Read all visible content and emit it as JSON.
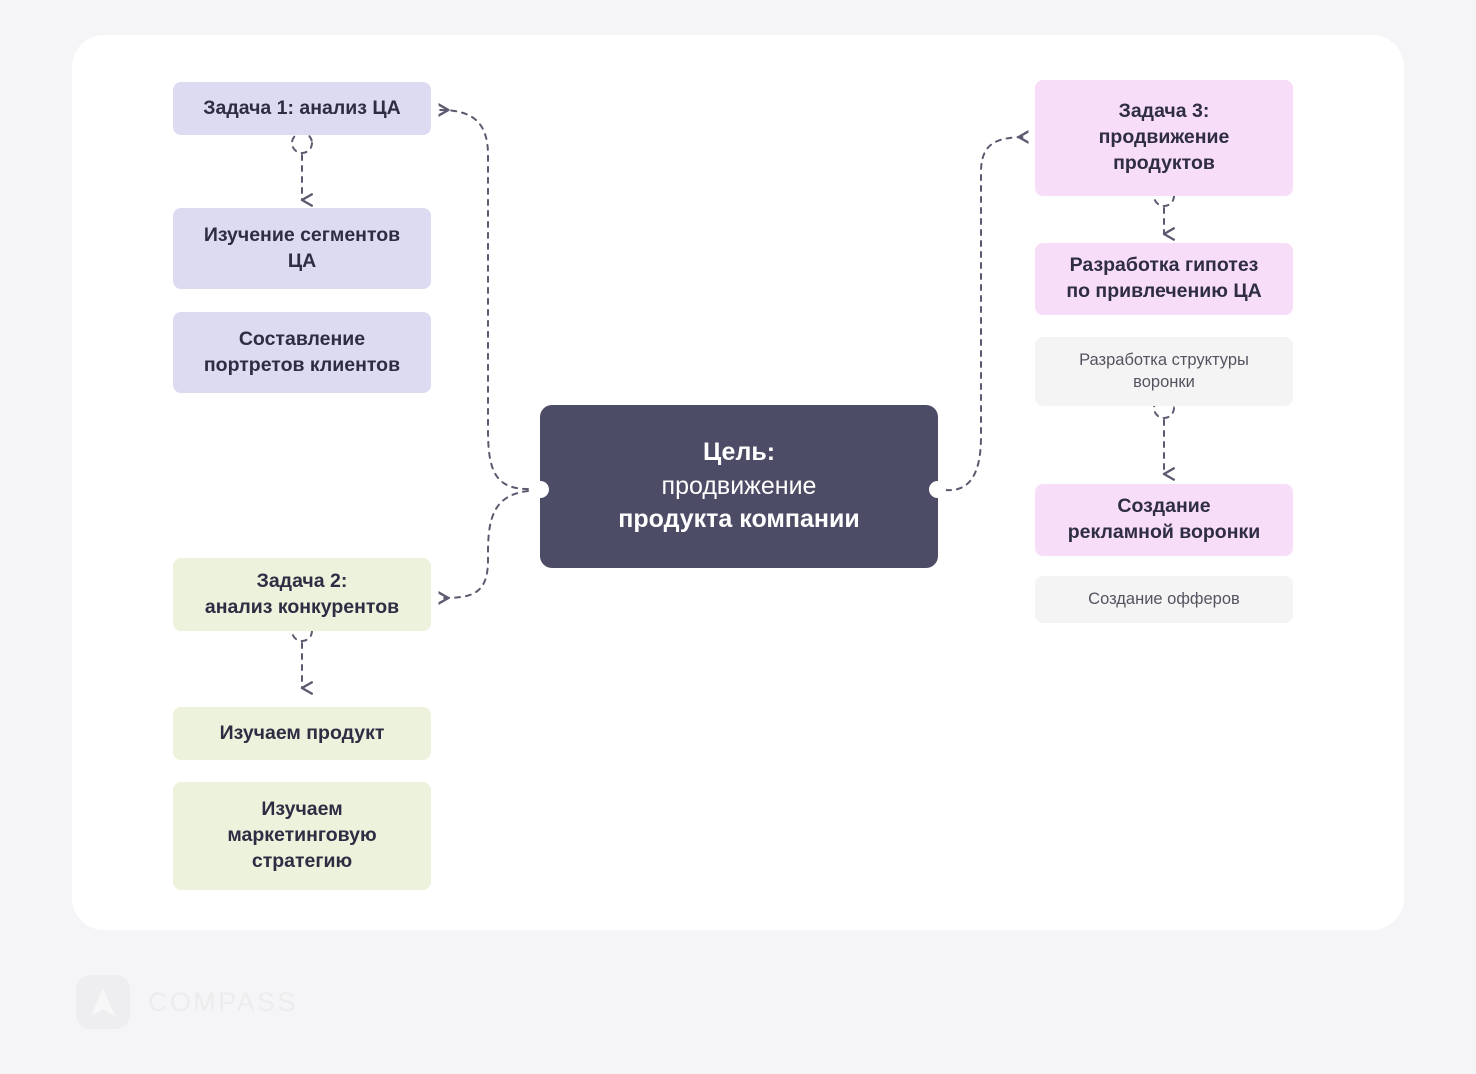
{
  "palette": {
    "page_background": "#f5f5f7",
    "card_background": "#ffffff",
    "goal_fill": "#4d4c66",
    "goal_text": "#ffffff",
    "branch_1_fill": "#dcdbf2",
    "branch_2_fill": "#edf2dc",
    "branch_3_fill": "#f8ddf8",
    "sub_node_fill": "#f4f4f5",
    "topic_text": "#2f2d43",
    "sub_text": "#55535f",
    "connector": "#6b6a7d",
    "watermark_text": "#ececed",
    "watermark_badge": "#eeeef0"
  },
  "goal": {
    "line1": "Цель:",
    "line2": "продвижение",
    "line3": "продукта компании"
  },
  "branches": [
    {
      "id": "branch-1",
      "color_key": "branch_1_fill",
      "side": "left",
      "nodes": [
        {
          "id": "task-1",
          "label": "Задача 1: анализ ЦА",
          "kind": "topic"
        },
        {
          "id": "study-segments",
          "label": "Изучение сегментов\nЦА",
          "kind": "topic"
        },
        {
          "id": "client-portraits",
          "label": "Составление\nпортретов клиентов",
          "kind": "topic"
        }
      ]
    },
    {
      "id": "branch-2",
      "color_key": "branch_2_fill",
      "side": "left",
      "nodes": [
        {
          "id": "task-2",
          "label": "Задача 2:\nанализ конкурентов",
          "kind": "topic"
        },
        {
          "id": "study-product",
          "label": "Изучаем продукт",
          "kind": "topic"
        },
        {
          "id": "study-marketing",
          "label": "Изучаем\nмаркетинговую\nстратегию",
          "kind": "topic"
        }
      ]
    },
    {
      "id": "branch-3",
      "color_key": "branch_3_fill",
      "side": "right",
      "nodes": [
        {
          "id": "task-3",
          "label": "Задача 3:\nпродвижение\nпродуктов",
          "kind": "topic"
        },
        {
          "id": "hypotheses",
          "label": "Разработка гипотез\nпо привлечению ЦА",
          "kind": "topic"
        },
        {
          "id": "funnel-structure",
          "label": "Разработка структуры\nворонки",
          "kind": "sub"
        },
        {
          "id": "ad-funnel",
          "label": "Создание\nрекламной воронки",
          "kind": "topic"
        },
        {
          "id": "offers",
          "label": "Создание офферов",
          "kind": "sub"
        }
      ]
    }
  ],
  "watermark": {
    "brand": "COMPASS",
    "icon": "compass-needle-icon"
  }
}
